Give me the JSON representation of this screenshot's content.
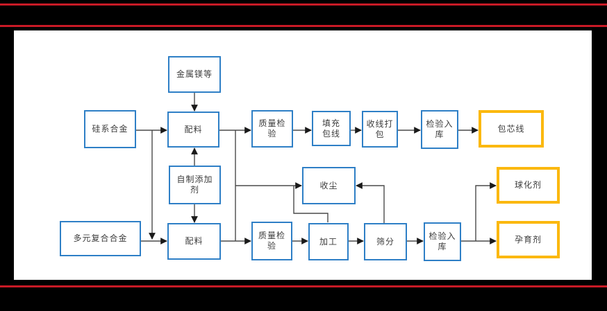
{
  "page": {
    "background": "#000000",
    "canvas_background": "#ffffff",
    "red_rule_color": "#c91a26"
  },
  "palette": {
    "process_box_border": "#2e7fc6",
    "product_box_border": "#fbb80e",
    "connector_line": "#4a4a4a",
    "text": "#3d3d3d"
  },
  "diagram": {
    "type": "process-flowchart",
    "nodes": {
      "metal_magnesium": {
        "label": "金属镁等"
      },
      "silicon_alloy": {
        "label": "硅系合金"
      },
      "batching_top": {
        "label": "配料"
      },
      "qc_top": {
        "label": "质量检\n验"
      },
      "filling_wrapping": {
        "label": "填充\n包线"
      },
      "coiling_packing": {
        "label": "收线打\n包"
      },
      "warehouse_top": {
        "label": "检验入\n库"
      },
      "cored_wire": {
        "label": "包芯线"
      },
      "additive": {
        "label": "自制添加\n剂"
      },
      "dust": {
        "label": "收尘"
      },
      "multi_alloy": {
        "label": "多元复合合金"
      },
      "batching_bottom": {
        "label": "配料"
      },
      "qc_bottom": {
        "label": "质量检\n验"
      },
      "processing": {
        "label": "加工"
      },
      "screening": {
        "label": "筛分"
      },
      "warehouse_bottom": {
        "label": "检验入\n库"
      },
      "nodularizer": {
        "label": "球化剂"
      },
      "inoculant": {
        "label": "孕育剂"
      }
    }
  }
}
